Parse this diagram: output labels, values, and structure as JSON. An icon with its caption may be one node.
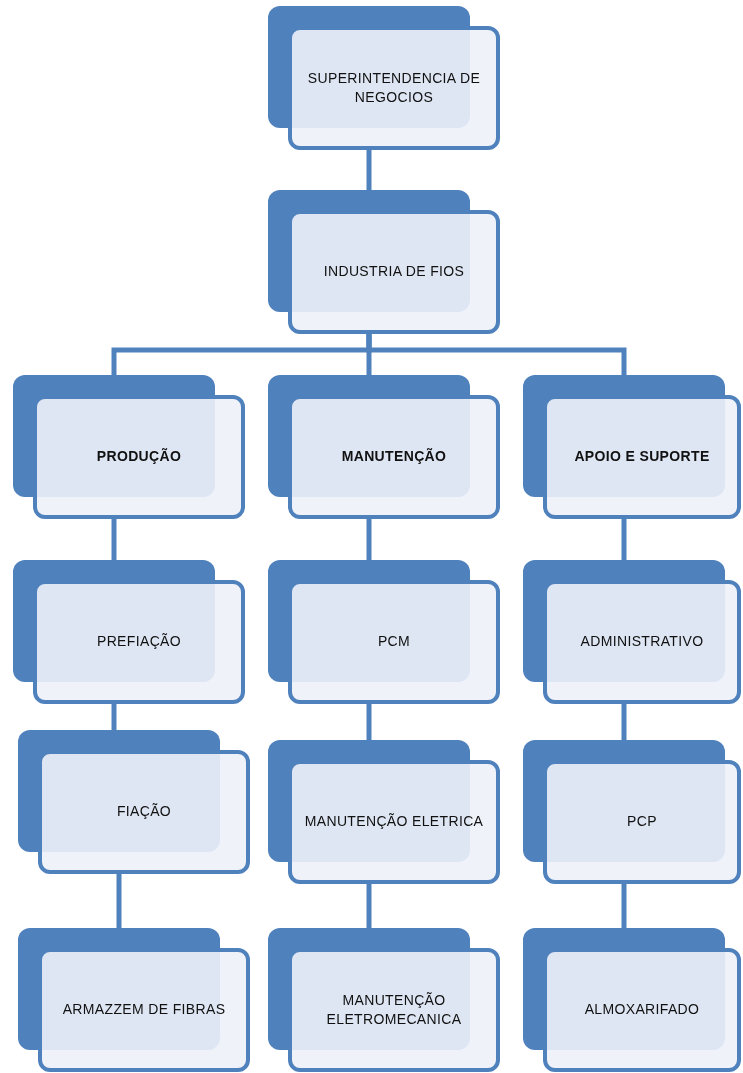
{
  "diagram": {
    "nodes": [
      {
        "text": [
          "SUPERINTENDENCIA DE NEGOCIOS"
        ]
      },
      {
        "text": [
          "INDUSTRIA DE FIOS"
        ]
      },
      {
        "text": [
          "PRODUÇÃO"
        ]
      },
      {
        "text": [
          "MANUTENÇÃO"
        ]
      },
      {
        "text": [
          "APOIO E SUPORTE"
        ]
      },
      {
        "text": [
          "PREFIAÇÃO"
        ]
      },
      {
        "text": [
          "FIAÇÃO"
        ]
      },
      {
        "text": [
          "ARMAZZEM DE FIBRAS"
        ]
      },
      {
        "text": [
          "PCM"
        ]
      },
      {
        "text": [
          "MANUTENÇÃO ELETRICA"
        ]
      },
      {
        "text": [
          "MANUTENÇÃO ELETROMECANICA"
        ]
      },
      {
        "text": [
          "ADMINISTRATIVO"
        ]
      },
      {
        "text": [
          "PCP"
        ]
      },
      {
        "text": [
          "ALMOXARIFADO"
        ]
      }
    ],
    "edges": [
      {
        "from": 0,
        "to": 1,
        "arrow": "none"
      },
      {
        "from": 1,
        "to": 2,
        "arrow": "none"
      },
      {
        "from": 1,
        "to": 3,
        "arrow": "none"
      },
      {
        "from": 1,
        "to": 4,
        "arrow": "none"
      },
      {
        "from": 2,
        "to": 5,
        "arrow": "none"
      },
      {
        "from": 5,
        "to": 6,
        "arrow": "none"
      },
      {
        "from": 6,
        "to": 7,
        "arrow": "none"
      },
      {
        "from": 3,
        "to": 8,
        "arrow": "none"
      },
      {
        "from": 8,
        "to": 9,
        "arrow": "none"
      },
      {
        "from": 9,
        "to": 10,
        "arrow": "none"
      },
      {
        "from": 4,
        "to": 11,
        "arrow": "none"
      },
      {
        "from": 11,
        "to": 12,
        "arrow": "none"
      },
      {
        "from": 12,
        "to": 13,
        "arrow": "none"
      }
    ]
  }
}
